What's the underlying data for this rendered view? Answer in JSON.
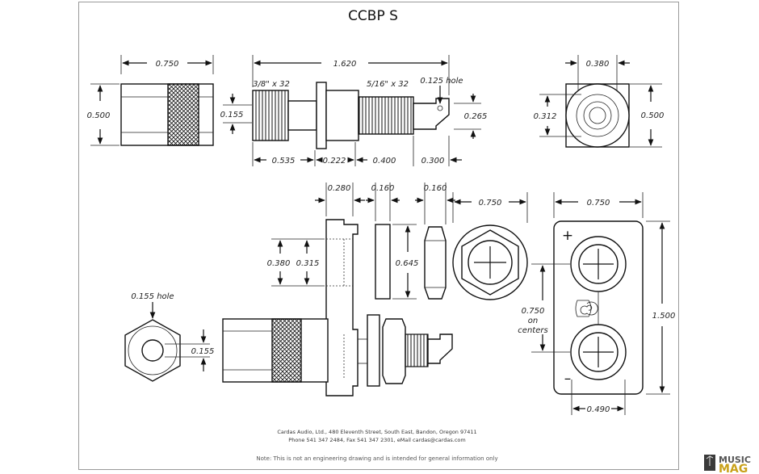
{
  "title": "CCBP S",
  "dimensions": {
    "top_cap_width": "0.750",
    "top_cap_height": "0.500",
    "top_total_length": "1.620",
    "thread_a": "3/8\" x 32",
    "thread_b": "5/16\" x 32",
    "tip_hole": "0.125 hole",
    "shaft_dia": "0.155",
    "tip_height": "0.265",
    "seg_1": "0.535",
    "seg_2": "0.222",
    "seg_3": "0.400",
    "seg_4": "0.300",
    "end_inner": "0.380",
    "end_outer_h": "0.500",
    "end_inner_h": "0.312",
    "flange_w": "0.280",
    "washer_w": "0.160",
    "nut_w": "0.160",
    "hexnut_dia": "0.750",
    "plate_w": "0.750",
    "flange_h1": "0.380",
    "flange_h2": "0.315",
    "washer_h": "0.645",
    "hole_label": "0.155 hole",
    "hole_dia": "0.155",
    "spacing_val": "0.750",
    "spacing_on": "on",
    "spacing_centers": "centers",
    "plate_h": "1.500",
    "plate_bottom": "0.490",
    "plus_sign": "+",
    "minus_sign": "–"
  },
  "footer": {
    "line1": "Cardas Audio, Ltd., 480 Eleventh Street, South East, Bandon, Oregon 97411",
    "line2": "Phone 541 347 2484, Fax 541 347 2301, eMail cardas@cardas.com",
    "note": "Note: This is not an engineering drawing and is intended for general information only"
  },
  "watermark": {
    "music": "MUSIC",
    "mag": "MAG"
  }
}
